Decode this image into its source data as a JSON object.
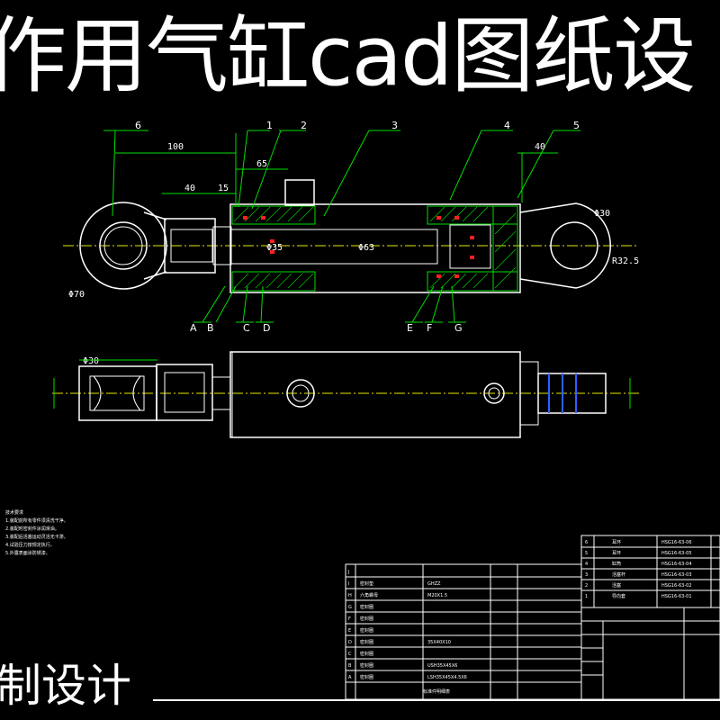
{
  "title": "作用气缸cad图纸设",
  "bottom_caption": "制设计",
  "callouts": [
    "6",
    "1",
    "2",
    "3",
    "4",
    "5"
  ],
  "section_labels": [
    "A",
    "B",
    "C",
    "D",
    "E",
    "F",
    "G"
  ],
  "dimensions": {
    "d100": "100",
    "d65": "65",
    "d40_left": "40",
    "d15": "15",
    "d40_right": "40",
    "phi35": "Φ35",
    "phi63": "Φ63",
    "phi30_right": "Φ30",
    "r325": "R32.5",
    "phi70": "Φ70",
    "phi30_lower": "Φ30"
  },
  "bom_rows": [
    {
      "tag": "J",
      "name": "",
      "spec": ""
    },
    {
      "tag": "I",
      "name": "密封垫",
      "spec": "GHZZ"
    },
    {
      "tag": "H",
      "name": "六角螺母",
      "spec": "M20X1.5"
    },
    {
      "tag": "G",
      "name": "密封圈",
      "spec": ""
    },
    {
      "tag": "F",
      "name": "密封圈",
      "spec": ""
    },
    {
      "tag": "E",
      "name": "密封圈",
      "spec": ""
    },
    {
      "tag": "D",
      "name": "密封圈",
      "spec": "35X40X10"
    },
    {
      "tag": "C",
      "name": "密封圈",
      "spec": ""
    },
    {
      "tag": "B",
      "name": "密封圈",
      "spec": "USH35X45X6"
    },
    {
      "tag": "A",
      "name": "密封圈",
      "spec": "LSH35X45X4.5X6"
    }
  ],
  "bom_footer": "标准件明细表",
  "parts_rows": [
    {
      "no": "6",
      "name": "耳环",
      "code": "HSG16-63-06"
    },
    {
      "no": "5",
      "name": "耳环",
      "code": "HSG16-63-05"
    },
    {
      "no": "4",
      "name": "缸筒",
      "code": "HSG16-63-04"
    },
    {
      "no": "3",
      "name": "活塞杆",
      "code": "HSG16-63-03"
    },
    {
      "no": "2",
      "name": "活塞",
      "code": "HSG16-63-02"
    },
    {
      "no": "1",
      "name": "导向套",
      "code": "HSG16-63-01"
    }
  ],
  "tech_notes_title": "技术要求",
  "tech_notes": [
    "1.装配前所有零件须清洗干净。",
    "2.装配时密封件涂润滑油。",
    "3.装配后活塞运动灵活无卡滞。",
    "4.试验压力按规定执行。",
    "5.外露表面涂防锈漆。"
  ]
}
